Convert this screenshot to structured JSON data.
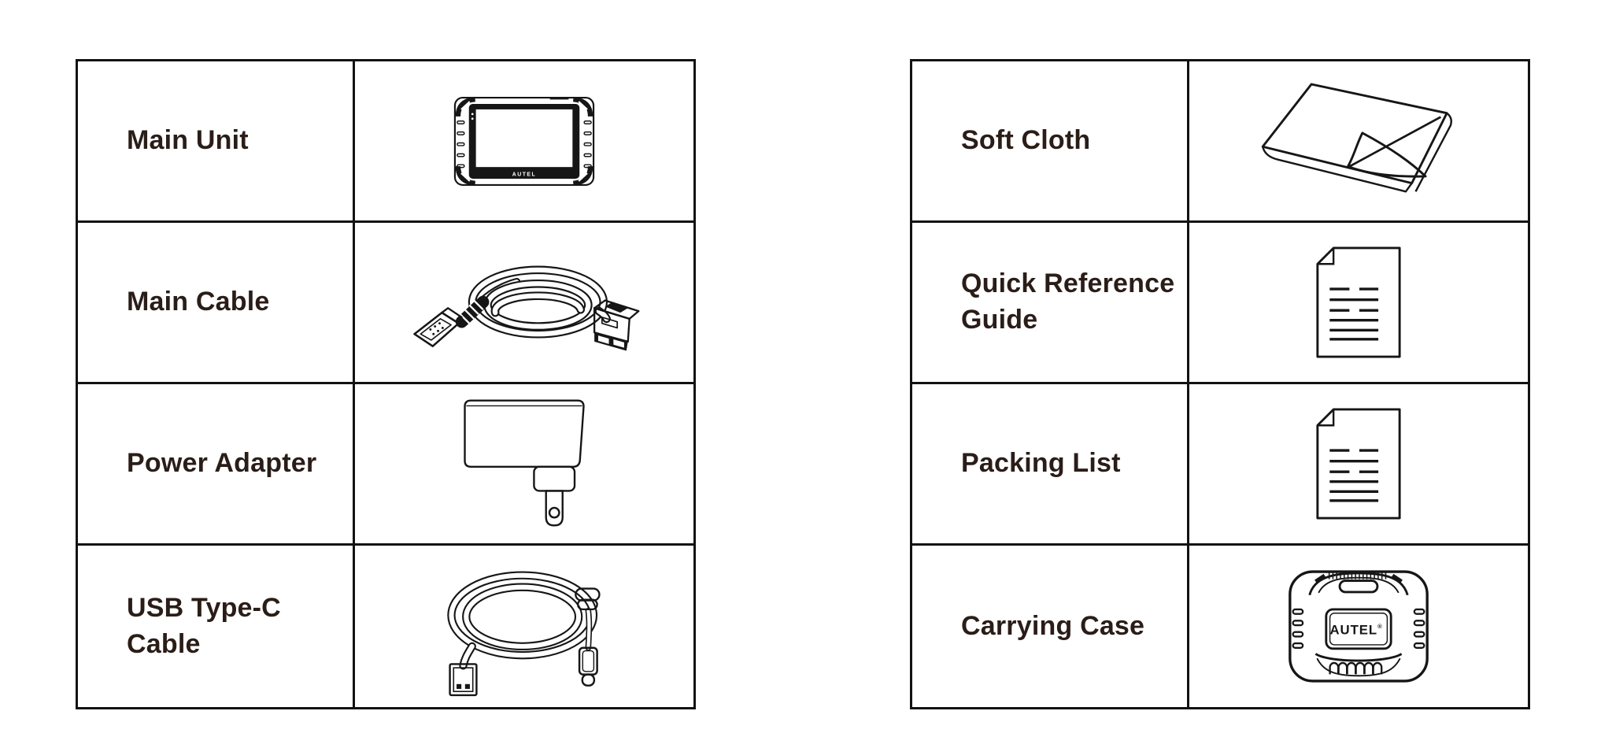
{
  "page": {
    "background": "#ffffff",
    "ink_color": "#161616",
    "text_color": "#2a1d18"
  },
  "brand": "AUTEL",
  "registered_mark": "®",
  "left_table": {
    "rows": [
      {
        "label": "Main Unit",
        "illustration": "main-unit"
      },
      {
        "label": "Main Cable",
        "illustration": "main-cable"
      },
      {
        "label": "Power Adapter",
        "illustration": "power-adapter"
      },
      {
        "label": "USB Type-C Cable",
        "illustration": "usb-type-c-cable"
      }
    ]
  },
  "right_table": {
    "rows": [
      {
        "label": "Soft Cloth",
        "illustration": "soft-cloth"
      },
      {
        "label": "Quick Reference Guide",
        "illustration": "quick-reference-guide"
      },
      {
        "label": "Packing List",
        "illustration": "packing-list-document"
      },
      {
        "label": "Carrying Case",
        "illustration": "carrying-case"
      }
    ]
  }
}
